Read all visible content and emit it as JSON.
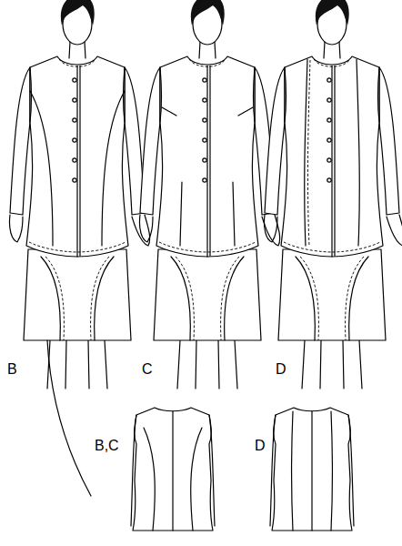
{
  "diagram": {
    "labels": [
      "B",
      "C",
      "D",
      "B,C",
      "D"
    ]
  }
}
